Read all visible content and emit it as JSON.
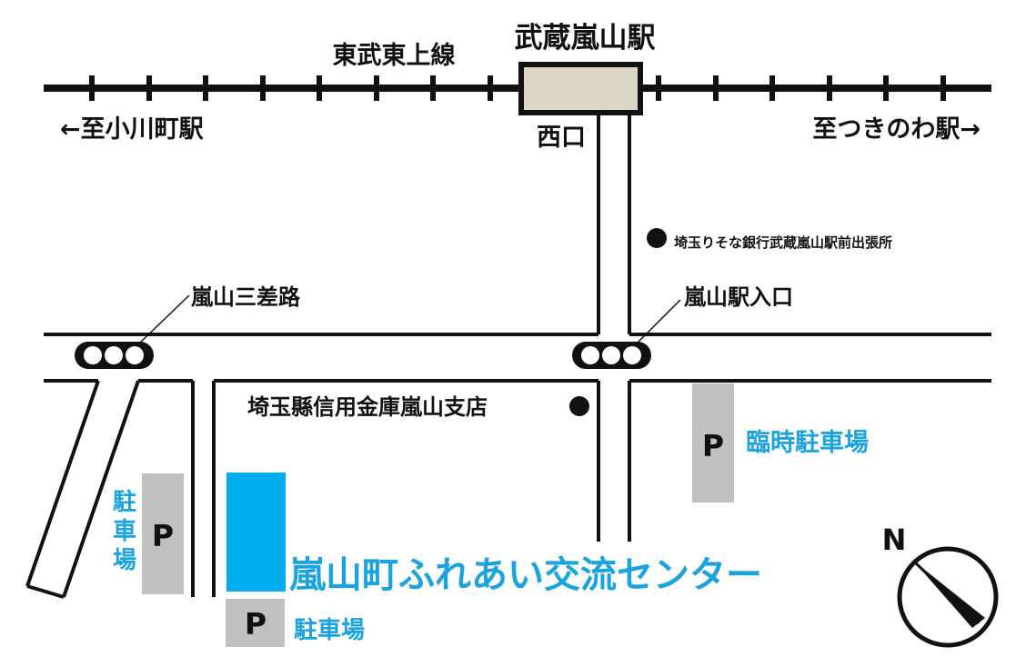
{
  "rail": {
    "line_name": "東武東上線",
    "station_name": "武蔵嵐山駅",
    "exit_label": "西口",
    "west_direction": "←至小川町駅",
    "east_direction": "至つきのわ駅→"
  },
  "landmarks": {
    "bank": "埼玉りそな銀行武蔵嵐山駅前出張所",
    "credit_union": "埼玉縣信用金庫嵐山支店",
    "intersection_west": "嵐山三差路",
    "intersection_east": "嵐山駅入口"
  },
  "parking": {
    "p_symbol": "P",
    "temporary_lot": "臨時駐車場",
    "left_lot_chars": [
      "駐",
      "車",
      "場"
    ],
    "bottom_lot": "駐車場"
  },
  "destination": {
    "name": "嵐山町ふれあい交流センター"
  },
  "compass": {
    "north_label": "N"
  },
  "colors": {
    "destination_blue": "#00aeef",
    "label_blue": "#1aa3de",
    "parking_gray": "#c0c0c0",
    "station_fill": "#dcd6c4",
    "road_line": "#111111"
  }
}
